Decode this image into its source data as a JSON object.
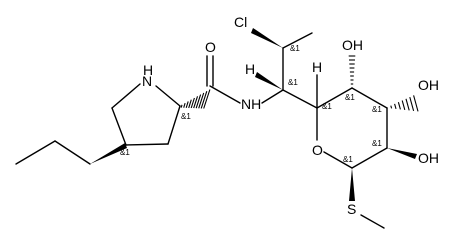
{
  "atoms": {
    "cl": "Cl",
    "o_carbonyl": "O",
    "nh_ring": "N",
    "h_ring": "H",
    "nh_amide": "NH",
    "h_c7": "H",
    "h_c5": "H",
    "oh_2": "OH",
    "oh_3": "OH",
    "oh_4": "OH",
    "o_ring": "O",
    "s": "S"
  },
  "stereo_labels": {
    "c2_pyrrolidine": "&1",
    "c4_pyrrolidine": "&1",
    "c8": "&1",
    "c7": "&1",
    "c5": "&1",
    "c2": "&1",
    "c3": "&1",
    "c4": "&1",
    "c1": "&1"
  }
}
